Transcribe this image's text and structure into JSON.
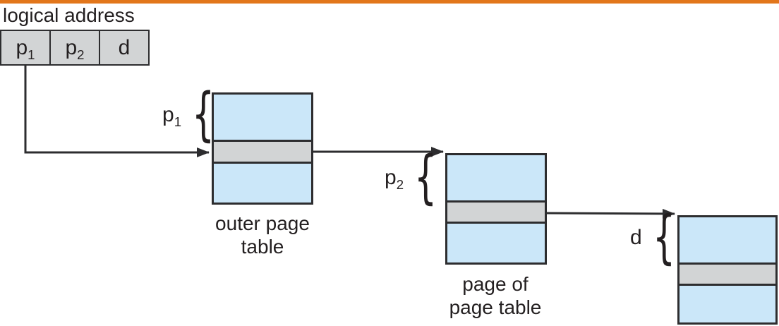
{
  "colors": {
    "accent": "#e2761b",
    "blue": "#cbe7f9",
    "gray": "#d2d4d5",
    "border": "#2d2d2f",
    "text": "#231f20"
  },
  "diagram": {
    "title": "logical address",
    "address_box": {
      "fields": [
        {
          "base": "p",
          "sub": "1"
        },
        {
          "base": "p",
          "sub": "2"
        },
        {
          "base": "d",
          "sub": ""
        }
      ]
    },
    "pointers": [
      {
        "base": "p",
        "sub": "1"
      },
      {
        "base": "p",
        "sub": "2"
      },
      {
        "base": "d",
        "sub": ""
      }
    ],
    "brace": "{",
    "captions": {
      "outer": [
        "outer page",
        "table"
      ],
      "middle": [
        "page of",
        "page table"
      ]
    }
  }
}
